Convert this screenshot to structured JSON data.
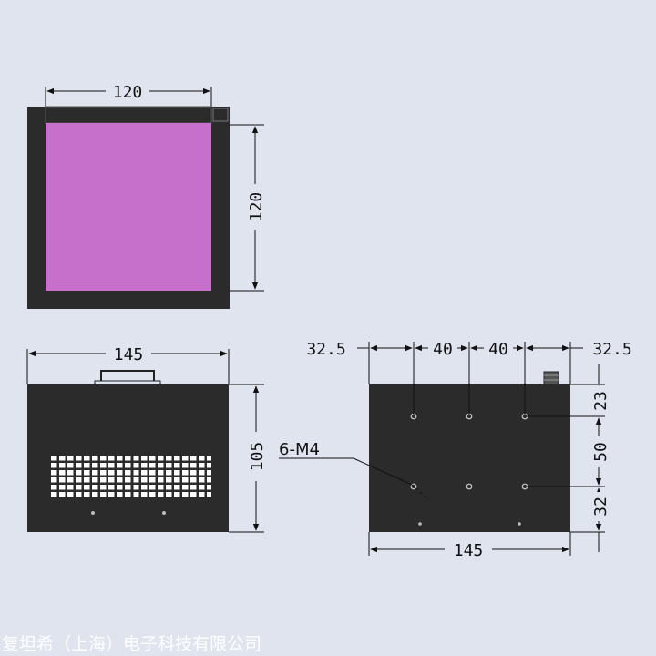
{
  "colors": {
    "background": "#dfe4ee",
    "housing": "#2b2b2b",
    "emitting_window": "#c66fcb",
    "vent": "#ffffff",
    "watermark": "#ffffff"
  },
  "front_view": {
    "dim_width": "120",
    "dim_height": "120"
  },
  "side_view": {
    "dim_width": "145",
    "dim_height": "105"
  },
  "back_view": {
    "dim_left_margin": "32.5",
    "dim_spacing_1": "40",
    "dim_spacing_2": "40",
    "dim_right_margin": "32.5",
    "dim_top": "23",
    "dim_middle": "50",
    "dim_bottom": "32",
    "dim_width": "145",
    "hole_callout": "6-M4"
  },
  "watermark": {
    "company": "复坦希（上海）电子科技有限公司"
  }
}
